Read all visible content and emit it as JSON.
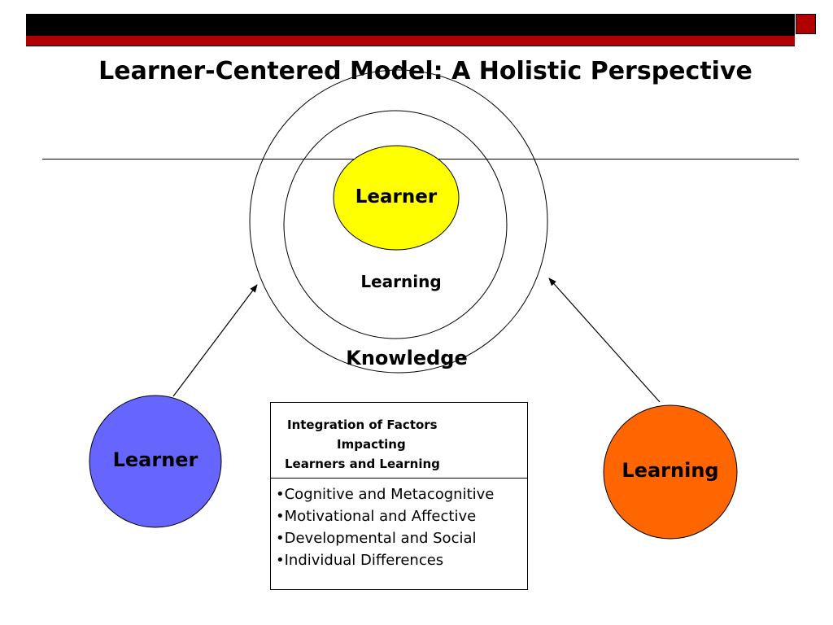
{
  "title": "Learner-Centered Model: A Holistic Perspective",
  "center_circles": {
    "inner_label": "Learner",
    "middle_label": "Learning",
    "outer_label": "Knowledge"
  },
  "left_node": {
    "label": "Learner"
  },
  "right_node": {
    "label": "Learning"
  },
  "factors_box": {
    "heading_lines": [
      "Integration of Factors",
      "Impacting",
      "Learners and Learning"
    ],
    "items": [
      "•Cognitive and Metacognitive",
      "•Motivational and Affective",
      "•Developmental and Social",
      "•Individual Differences"
    ]
  },
  "colors": {
    "inner_circle": "#ffff00",
    "left_node": "#6666ff",
    "right_node": "#ff6600",
    "header_red": "#b00000",
    "header_black": "#000000"
  }
}
